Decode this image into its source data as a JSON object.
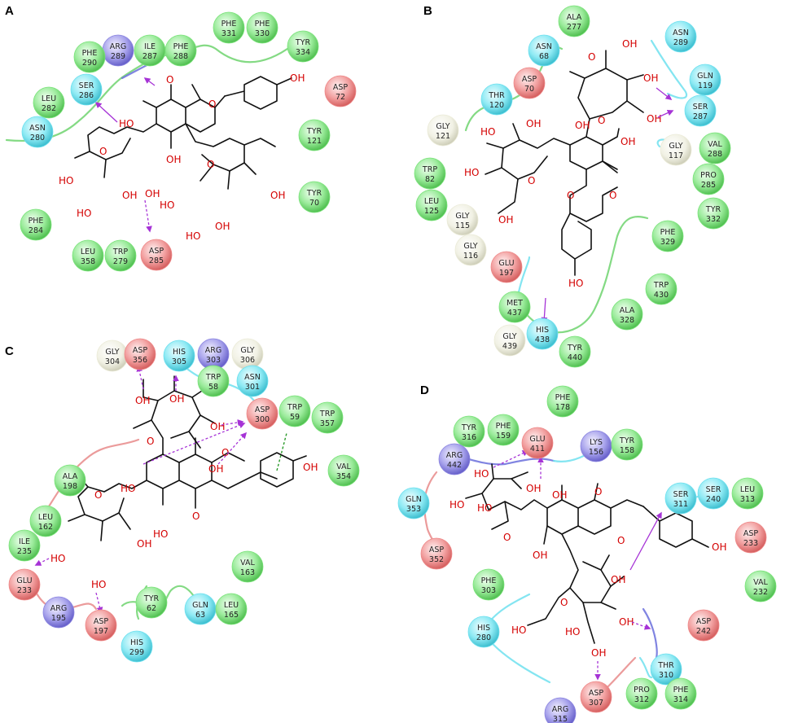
{
  "panels": [
    {
      "label": "A",
      "residues": [
        {
          "name": "ARG",
          "num": "289",
          "type": "pos"
        },
        {
          "name": "ILE",
          "num": "287",
          "type": "hyd"
        },
        {
          "name": "PHE",
          "num": "288",
          "type": "hyd"
        },
        {
          "name": "PHE",
          "num": "331",
          "type": "hyd"
        },
        {
          "name": "PHE",
          "num": "330",
          "type": "hyd"
        },
        {
          "name": "TYR",
          "num": "334",
          "type": "hyd"
        },
        {
          "name": "PHE",
          "num": "290",
          "type": "hyd"
        },
        {
          "name": "LEU",
          "num": "282",
          "type": "hyd"
        },
        {
          "name": "SER",
          "num": "286",
          "type": "pol"
        },
        {
          "name": "ASN",
          "num": "280",
          "type": "pol"
        },
        {
          "name": "ASP",
          "num": "72",
          "type": "neg"
        },
        {
          "name": "TYR",
          "num": "121",
          "type": "hyd"
        },
        {
          "name": "TYR",
          "num": "70",
          "type": "hyd"
        },
        {
          "name": "PHE",
          "num": "284",
          "type": "hyd"
        },
        {
          "name": "LEU",
          "num": "358",
          "type": "hyd"
        },
        {
          "name": "TRP",
          "num": "279",
          "type": "hyd"
        },
        {
          "name": "ASP",
          "num": "285",
          "type": "neg"
        }
      ]
    },
    {
      "label": "B",
      "residues": [
        {
          "name": "ALA",
          "num": "277",
          "type": "hyd"
        },
        {
          "name": "ASN",
          "num": "68",
          "type": "pol"
        },
        {
          "name": "ASN",
          "num": "289",
          "type": "pol"
        },
        {
          "name": "THR",
          "num": "120",
          "type": "pol"
        },
        {
          "name": "ASP",
          "num": "70",
          "type": "neg"
        },
        {
          "name": "GLN",
          "num": "119",
          "type": "pol"
        },
        {
          "name": "SER",
          "num": "287",
          "type": "pol"
        },
        {
          "name": "GLY",
          "num": "121",
          "type": "gly"
        },
        {
          "name": "GLY",
          "num": "117",
          "type": "gly"
        },
        {
          "name": "VAL",
          "num": "288",
          "type": "hyd"
        },
        {
          "name": "TRP",
          "num": "82",
          "type": "hyd"
        },
        {
          "name": "PRO",
          "num": "285",
          "type": "hyd"
        },
        {
          "name": "LEU",
          "num": "125",
          "type": "hyd"
        },
        {
          "name": "GLY",
          "num": "115",
          "type": "gly"
        },
        {
          "name": "TYR",
          "num": "332",
          "type": "hyd"
        },
        {
          "name": "PHE",
          "num": "329",
          "type": "hyd"
        },
        {
          "name": "GLY",
          "num": "116",
          "type": "gly"
        },
        {
          "name": "GLU",
          "num": "197",
          "type": "neg"
        },
        {
          "name": "TRP",
          "num": "430",
          "type": "hyd"
        },
        {
          "name": "MET",
          "num": "437",
          "type": "hyd"
        },
        {
          "name": "ALA",
          "num": "328",
          "type": "hyd"
        },
        {
          "name": "GLY",
          "num": "439",
          "type": "gly"
        },
        {
          "name": "HIS",
          "num": "438",
          "type": "pol"
        },
        {
          "name": "TYR",
          "num": "440",
          "type": "hyd"
        }
      ]
    },
    {
      "label": "C",
      "residues": [
        {
          "name": "GLY",
          "num": "304",
          "type": "gly"
        },
        {
          "name": "ASP",
          "num": "356",
          "type": "neg"
        },
        {
          "name": "HIS",
          "num": "305",
          "type": "pol"
        },
        {
          "name": "ARG",
          "num": "303",
          "type": "pos"
        },
        {
          "name": "GLY",
          "num": "306",
          "type": "gly"
        },
        {
          "name": "TRP",
          "num": "58",
          "type": "hyd"
        },
        {
          "name": "ASN",
          "num": "301",
          "type": "pol"
        },
        {
          "name": "ASP",
          "num": "300",
          "type": "neg"
        },
        {
          "name": "TRP",
          "num": "59",
          "type": "hyd"
        },
        {
          "name": "TRP",
          "num": "357",
          "type": "hyd"
        },
        {
          "name": "VAL",
          "num": "354",
          "type": "hyd"
        },
        {
          "name": "ALA",
          "num": "198",
          "type": "hyd"
        },
        {
          "name": "LEU",
          "num": "162",
          "type": "hyd"
        },
        {
          "name": "ILE",
          "num": "235",
          "type": "hyd"
        },
        {
          "name": "GLU",
          "num": "233",
          "type": "neg"
        },
        {
          "name": "ARG",
          "num": "195",
          "type": "pos"
        },
        {
          "name": "ASP",
          "num": "197",
          "type": "neg"
        },
        {
          "name": "TYR",
          "num": "62",
          "type": "hyd"
        },
        {
          "name": "HIS",
          "num": "299",
          "type": "pol"
        },
        {
          "name": "GLN",
          "num": "63",
          "type": "pol"
        },
        {
          "name": "LEU",
          "num": "165",
          "type": "hyd"
        },
        {
          "name": "VAL",
          "num": "163",
          "type": "hyd"
        }
      ]
    },
    {
      "label": "D",
      "residues": [
        {
          "name": "PHE",
          "num": "178",
          "type": "hyd"
        },
        {
          "name": "TYR",
          "num": "316",
          "type": "hyd"
        },
        {
          "name": "PHE",
          "num": "159",
          "type": "hyd"
        },
        {
          "name": "GLU",
          "num": "411",
          "type": "neg"
        },
        {
          "name": "LYS",
          "num": "156",
          "type": "pos"
        },
        {
          "name": "TYR",
          "num": "158",
          "type": "hyd"
        },
        {
          "name": "ARG",
          "num": "442",
          "type": "pos"
        },
        {
          "name": "GLN",
          "num": "353",
          "type": "pol"
        },
        {
          "name": "ASP",
          "num": "352",
          "type": "neg"
        },
        {
          "name": "SER",
          "num": "311",
          "type": "pol"
        },
        {
          "name": "SER",
          "num": "240",
          "type": "pol"
        },
        {
          "name": "LEU",
          "num": "313",
          "type": "hyd"
        },
        {
          "name": "ASP",
          "num": "233",
          "type": "neg"
        },
        {
          "name": "VAL",
          "num": "232",
          "type": "hyd"
        },
        {
          "name": "PHE",
          "num": "303",
          "type": "hyd"
        },
        {
          "name": "HIS",
          "num": "280",
          "type": "pol"
        },
        {
          "name": "ASP",
          "num": "242",
          "type": "neg"
        },
        {
          "name": "THR",
          "num": "310",
          "type": "pol"
        },
        {
          "name": "PRO",
          "num": "312",
          "type": "hyd"
        },
        {
          "name": "PHE",
          "num": "314",
          "type": "hyd"
        },
        {
          "name": "ARG",
          "num": "315",
          "type": "pos"
        },
        {
          "name": "ASP",
          "num": "307",
          "type": "neg"
        }
      ]
    }
  ],
  "atom_labels": {
    "hydroxyl": "OH",
    "hydroxyl_left": "HO",
    "oxygen": "O"
  },
  "residue_colors": {
    "hyd": "#7be37b",
    "pol": "#6fe0ef",
    "neg": "#ef8a8a",
    "pos": "#8c86e0",
    "gly": "#ebebd8"
  }
}
